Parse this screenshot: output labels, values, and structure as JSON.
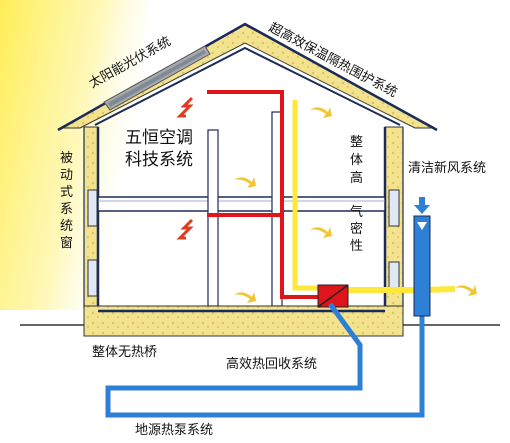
{
  "labels": {
    "solar_pv": "太阳能光伏系统",
    "envelope": "超高效保温隔热围护系统",
    "five_constant": [
      "五恒空调",
      "科技系统"
    ],
    "airtight": [
      "整",
      "体",
      "高",
      "气",
      "密",
      "性"
    ],
    "passive_window": [
      "被",
      "动",
      "式",
      "系",
      "统",
      "窗"
    ],
    "fresh_air": "清洁新风系统",
    "no_thermal_bridge": "整体无热桥",
    "heat_recovery": "高效热回收系统",
    "geothermal": "地源热泵系统"
  },
  "colors": {
    "insulation": "#F3E38E",
    "sunlight": "#FFF4A0",
    "frame": "#1a2a5a",
    "supply_pipe": "#E0151B",
    "ground_pipe": "#2E7FD6",
    "fresh_air": "#FFE83A",
    "arrow_red": "#E23A1E",
    "arrow_yellow": "#F3C533",
    "panel": "#A8A8A8"
  },
  "icons": [
    "sunlight-beam",
    "solar-panel",
    "airflow-arrow",
    "fresh-air-inlet-arrow"
  ]
}
